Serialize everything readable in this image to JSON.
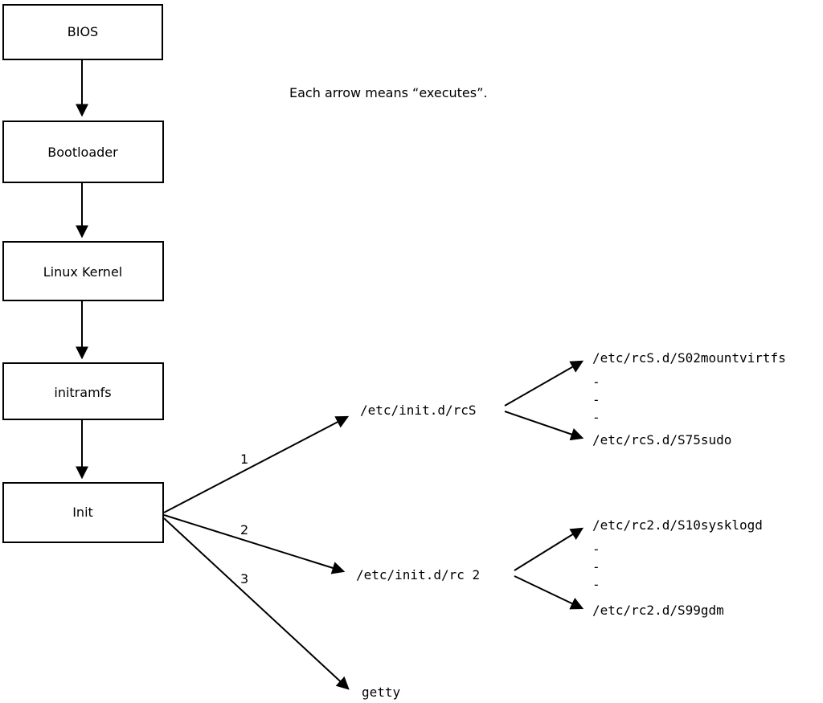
{
  "diagram": {
    "caption": "Each arrow means “executes”.",
    "dash": "-",
    "boxes": {
      "bios": "BIOS",
      "bootloader": "Bootloader",
      "kernel": "Linux Kernel",
      "initramfs": "initramfs",
      "init": "Init"
    },
    "arrow_labels": {
      "one": "1",
      "two": "2",
      "three": "3"
    },
    "targets": {
      "rcS": "/etc/init.d/rcS",
      "rc2": "/etc/init.d/rc 2",
      "getty": "getty"
    },
    "rcS_children": {
      "first": "/etc/rcS.d/S02mountvirtfs",
      "last": "/etc/rcS.d/S75sudo"
    },
    "rc2_children": {
      "first": "/etc/rc2.d/S10sysklogd",
      "last": "/etc/rc2.d/S99gdm"
    }
  }
}
